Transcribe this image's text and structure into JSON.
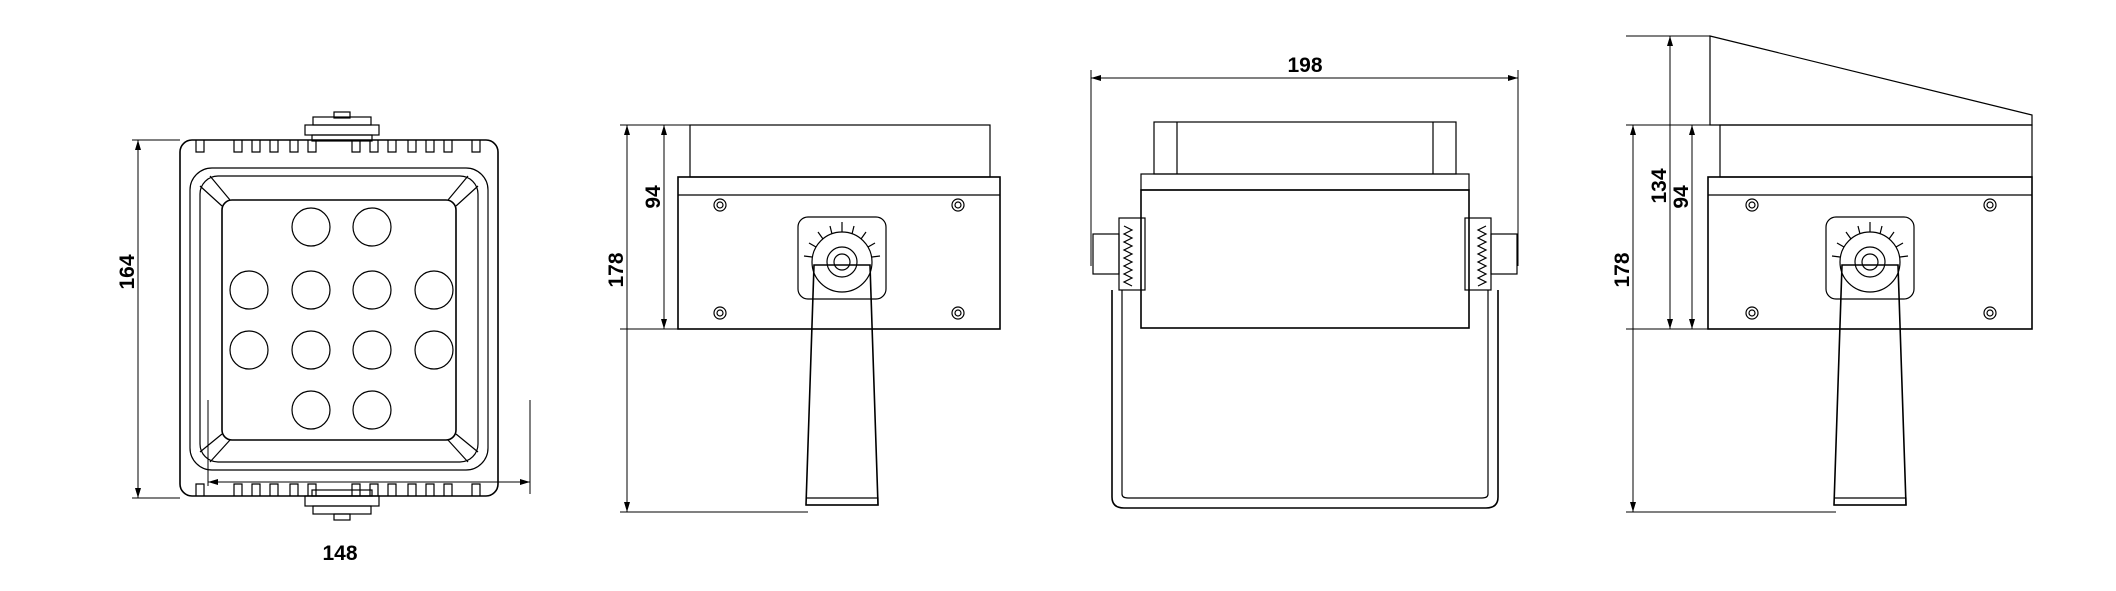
{
  "views": {
    "front": {
      "height_dim": "164",
      "width_dim": "148",
      "led_count": 12
    },
    "side": {
      "height_total_dim": "178",
      "height_body_dim": "94"
    },
    "top": {
      "width_dim": "198"
    },
    "side_visor": {
      "height_visor_dim": "134",
      "height_body_dim": "94",
      "height_total_dim": "178"
    }
  }
}
